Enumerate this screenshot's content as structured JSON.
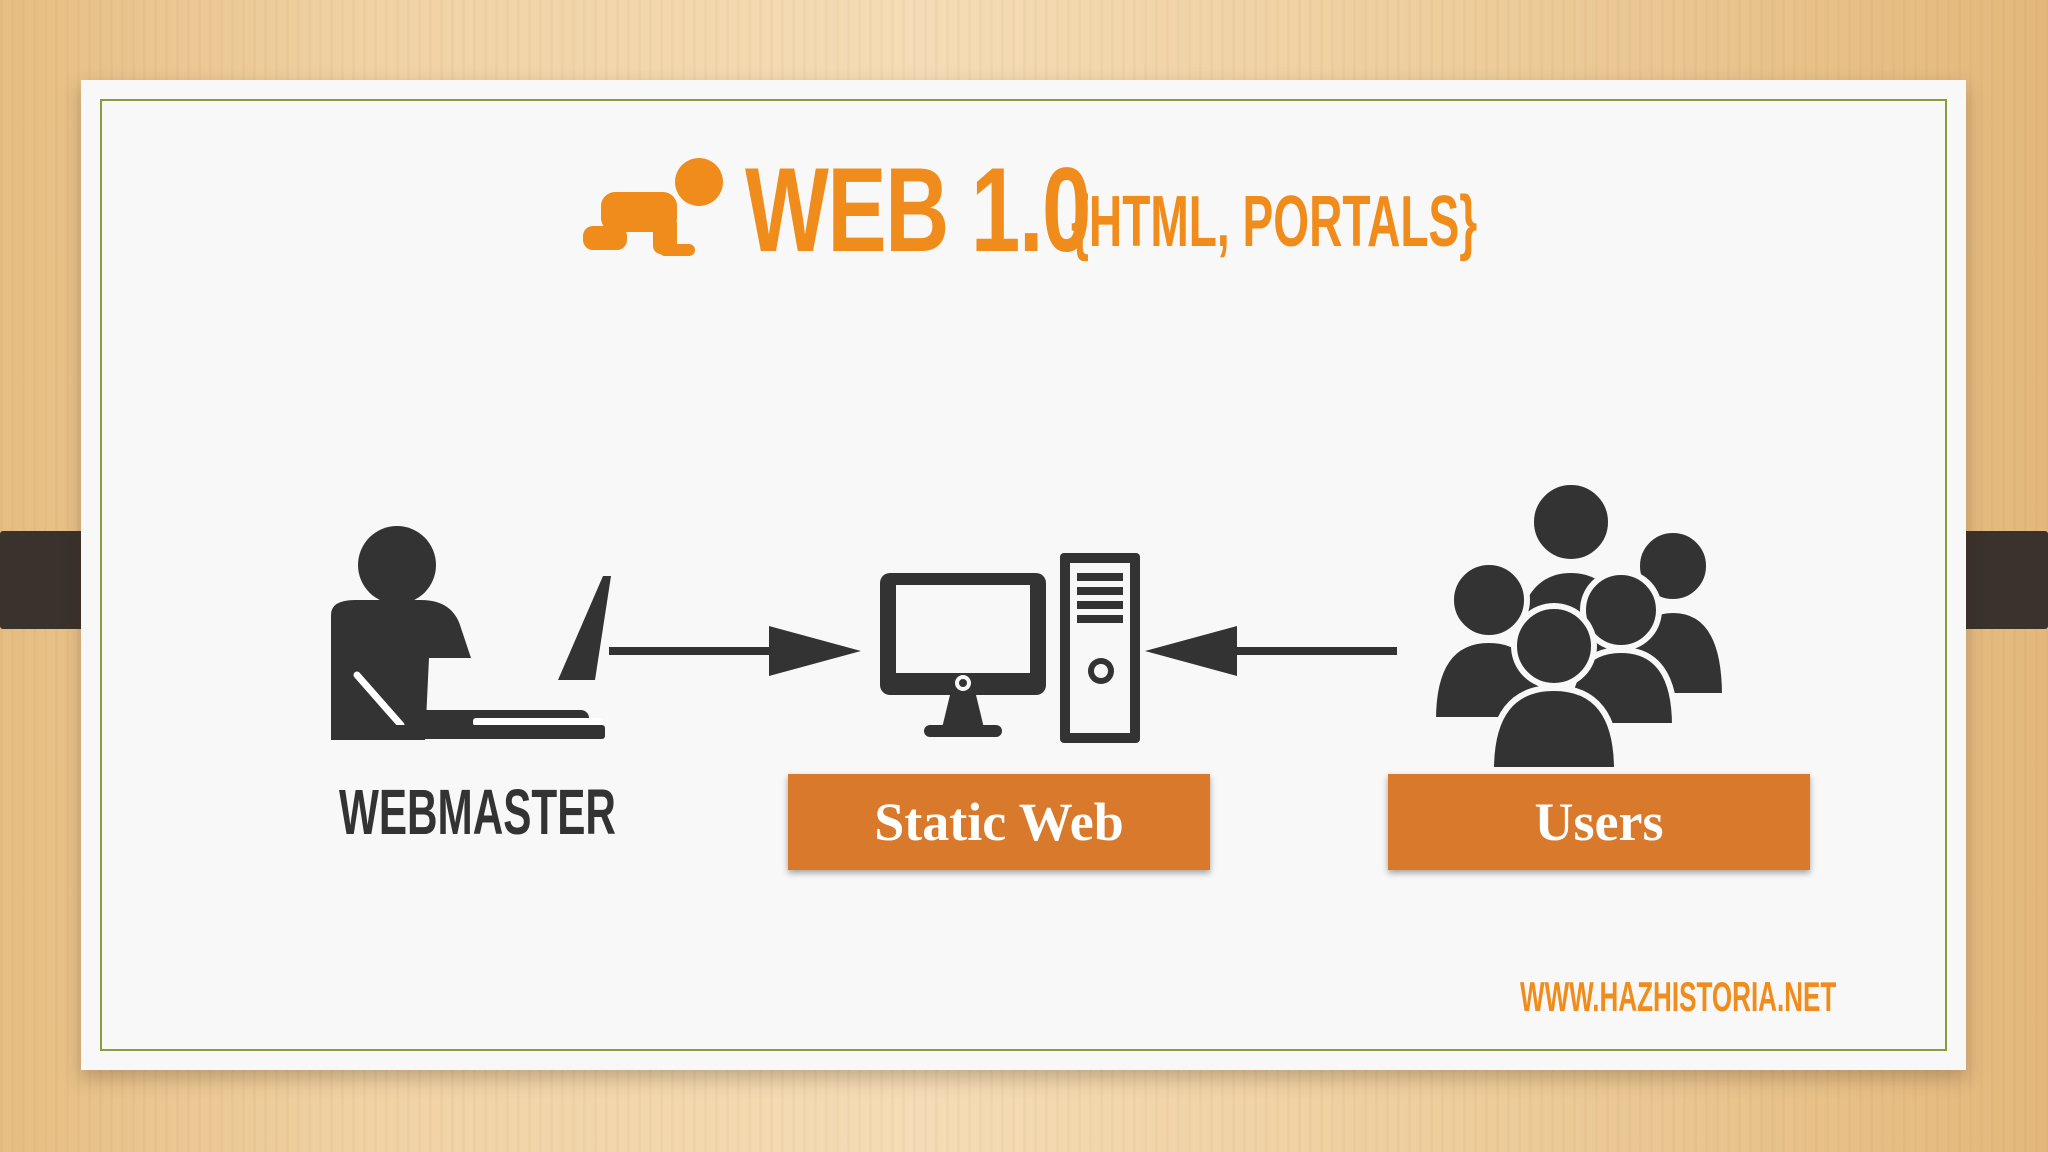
{
  "title": {
    "main": "WEB 1.0",
    "sub": "{HTML, PORTALS}"
  },
  "webmaster_label": "WEBMASTER",
  "boxes": {
    "static_web": "Static Web",
    "users": "Users"
  },
  "watermark": "WWW.HAZHISTORIA.NET",
  "icons": [
    "crawling-baby-icon",
    "webmaster-laptop-icon",
    "desktop-computer-icon",
    "users-group-icon",
    "arrow-right-icon",
    "arrow-left-icon"
  ],
  "colors": {
    "accent_orange": "#f08c1c",
    "box_orange": "#d9792c",
    "icon_dark": "#333333",
    "frame_green": "#8e9a3e"
  }
}
